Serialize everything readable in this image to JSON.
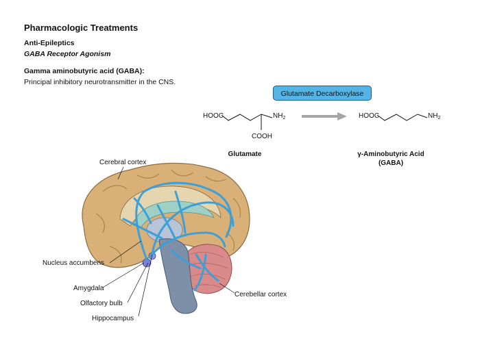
{
  "slide": {
    "title": "Pharmacologic Treatments",
    "subtitle1": "Anti-Epileptics",
    "subtitle2": "GABA Receptor Agonism",
    "heading": "Gamma aminobutyric acid (GABA):",
    "description": "Principal inhibitory neurotransmitter in the CNS."
  },
  "reaction": {
    "enzyme": "Glutamate Decarboxylase",
    "glutamate": {
      "group_left": "HOOC",
      "group_amine": "NH",
      "group_amine_sub": "2",
      "group_bottom": "COOH",
      "name": "Glutamate"
    },
    "gaba": {
      "group_left": "HOOC",
      "group_amine": "NH",
      "group_amine_sub": "2",
      "name_line1": "γ-Aminobutyric Acid",
      "name_line2": "(GABA)"
    },
    "arrow_color": "#a6a6a6"
  },
  "brain": {
    "labels": {
      "cerebral_cortex": "Cerebral cortex",
      "nucleus_accumbens": "Nucleus accumbens",
      "amygdala": "Amygdala",
      "olfactory_bulb": "Olfactory bulb",
      "hippocampus": "Hippocampus",
      "cerebellar_cortex": "Cerebellar cortex"
    },
    "colors": {
      "cortex": "#d8b078",
      "pathway": "#3d9fd6",
      "cerebellum": "#d98a8a",
      "brainstem": "#7e8fa8",
      "ventricle": "#9fd0c6"
    }
  }
}
